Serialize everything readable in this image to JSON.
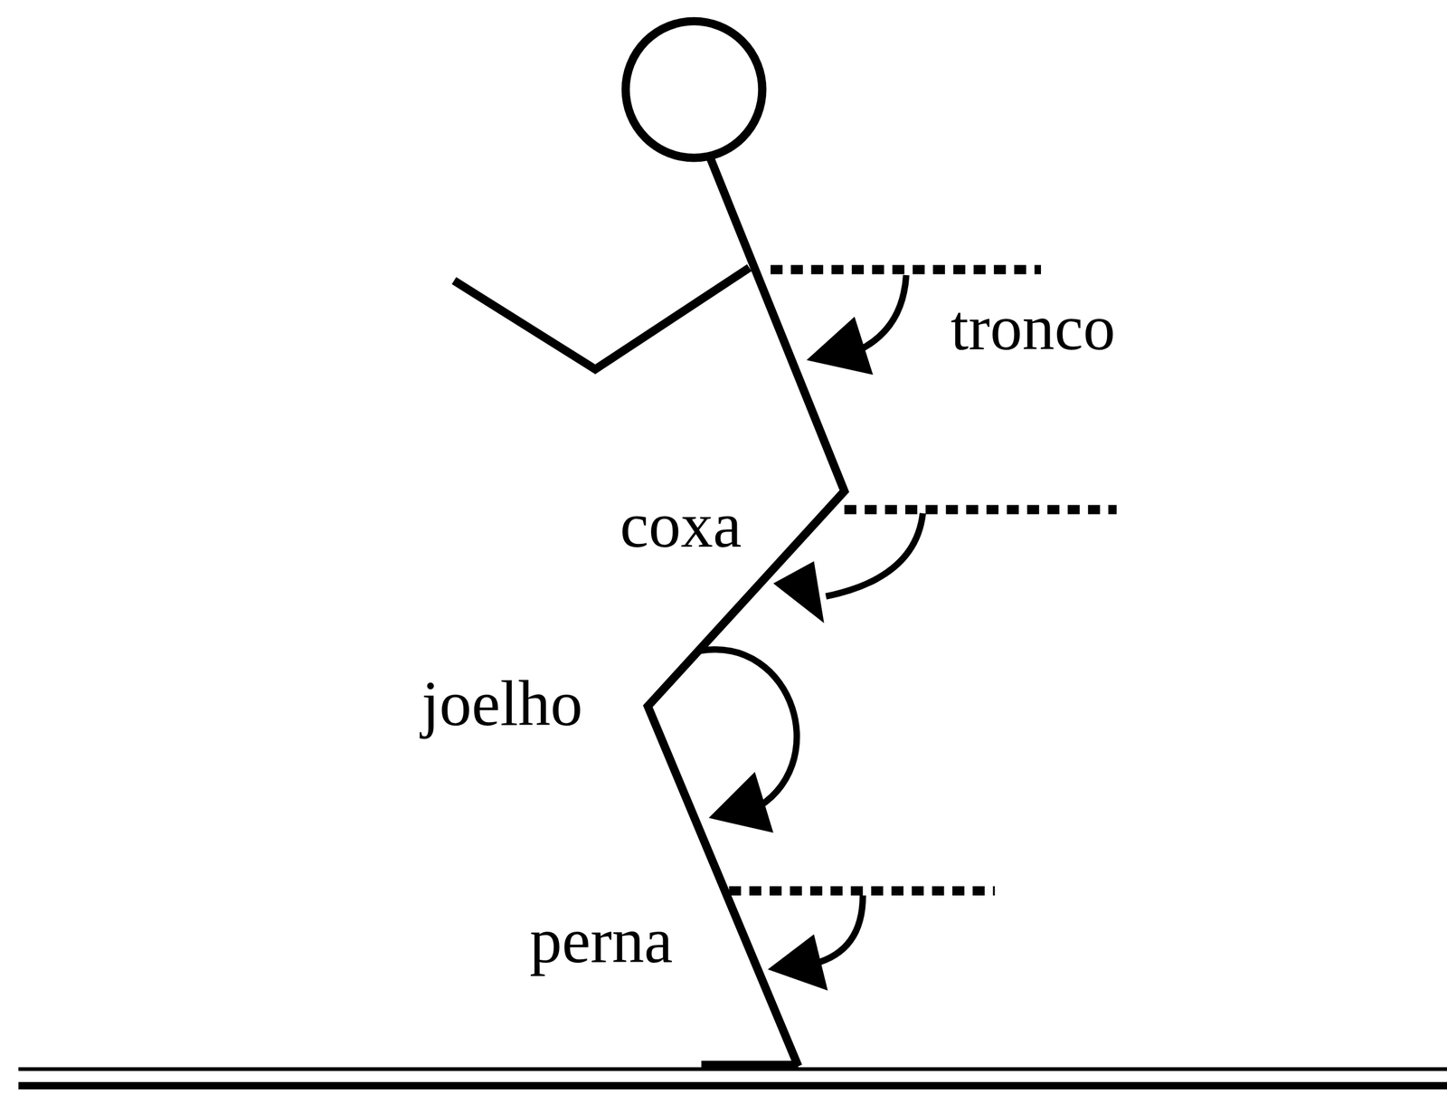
{
  "diagram": {
    "labels": [
      "tronco",
      "coxa",
      "joelho",
      "perna"
    ]
  }
}
